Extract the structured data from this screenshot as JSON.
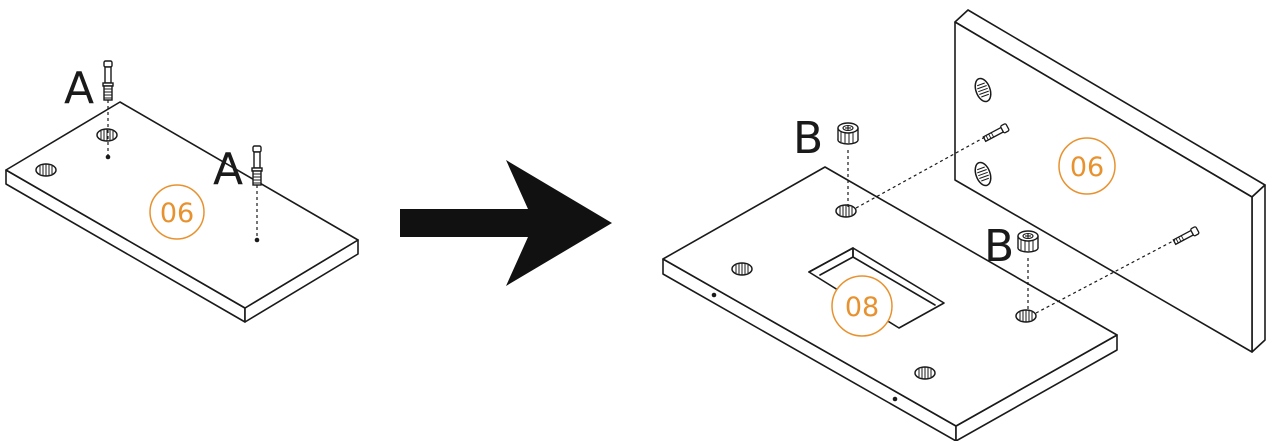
{
  "labels": {
    "bolt_a": "A",
    "cam_b": "B"
  },
  "panels": {
    "left_board": "06",
    "upright_board": "06",
    "base_board": "08"
  },
  "colors": {
    "part_number": "#E8922F",
    "line": "#1a1a1a",
    "arrow": "#111111"
  },
  "icons": {
    "step_arrow": "arrow-right-icon",
    "bolt": "cam-bolt-icon",
    "cam_lock": "cam-lock-icon",
    "cam_hole": "cam-hole-icon"
  }
}
